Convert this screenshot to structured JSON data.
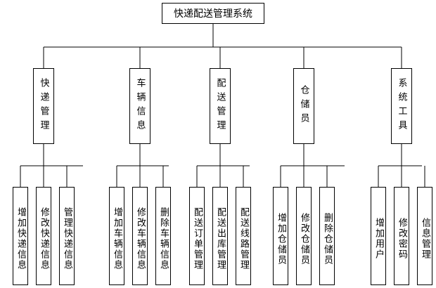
{
  "root": {
    "label": "快递配送管理系统"
  },
  "branches": [
    {
      "label": "快递管理",
      "children": [
        "增加快递信息",
        "修改快递信息",
        "管理快递信息"
      ]
    },
    {
      "label": "车辆信息",
      "children": [
        "增加车辆信息",
        "修改车辆信息",
        "删除车辆信息"
      ]
    },
    {
      "label": "配送管理",
      "children": [
        "配送订单管理",
        "配送出库管理",
        "配送线路管理"
      ]
    },
    {
      "label": "仓储员",
      "children": [
        "增加仓储员",
        "修改仓储员",
        "删除仓储员"
      ]
    },
    {
      "label": "系统工具",
      "children": [
        "增加用户",
        "修改密码",
        "信息管理"
      ]
    }
  ]
}
